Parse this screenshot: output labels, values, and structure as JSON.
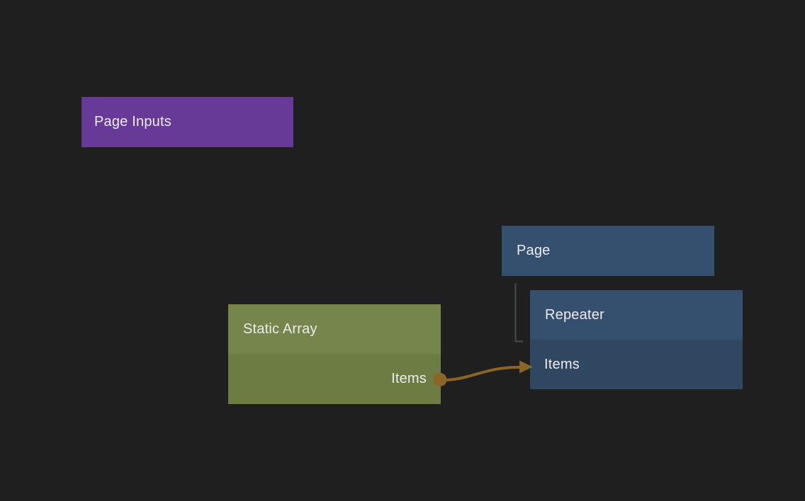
{
  "canvas": {
    "background": "#201F1F"
  },
  "nodes": {
    "page_inputs": {
      "label": "Page Inputs",
      "color": "#673A97"
    },
    "page": {
      "label": "Page",
      "color": "#35506E"
    },
    "static_array": {
      "label": "Static Array",
      "header_color": "#75854B",
      "body_color": "#6C7C43",
      "output_port": {
        "label": "Items"
      }
    },
    "repeater": {
      "label": "Repeater",
      "header_color": "#35506E",
      "body_color": "#2F4760",
      "input_port": {
        "label": "Items"
      }
    }
  },
  "connections": {
    "items_edge": {
      "from": "Static Array / Items",
      "to": "Repeater / Items",
      "color": "#8A6524"
    },
    "hierarchy_edge": {
      "from": "Page",
      "to": "Repeater",
      "color": "#4A4A4A"
    }
  }
}
